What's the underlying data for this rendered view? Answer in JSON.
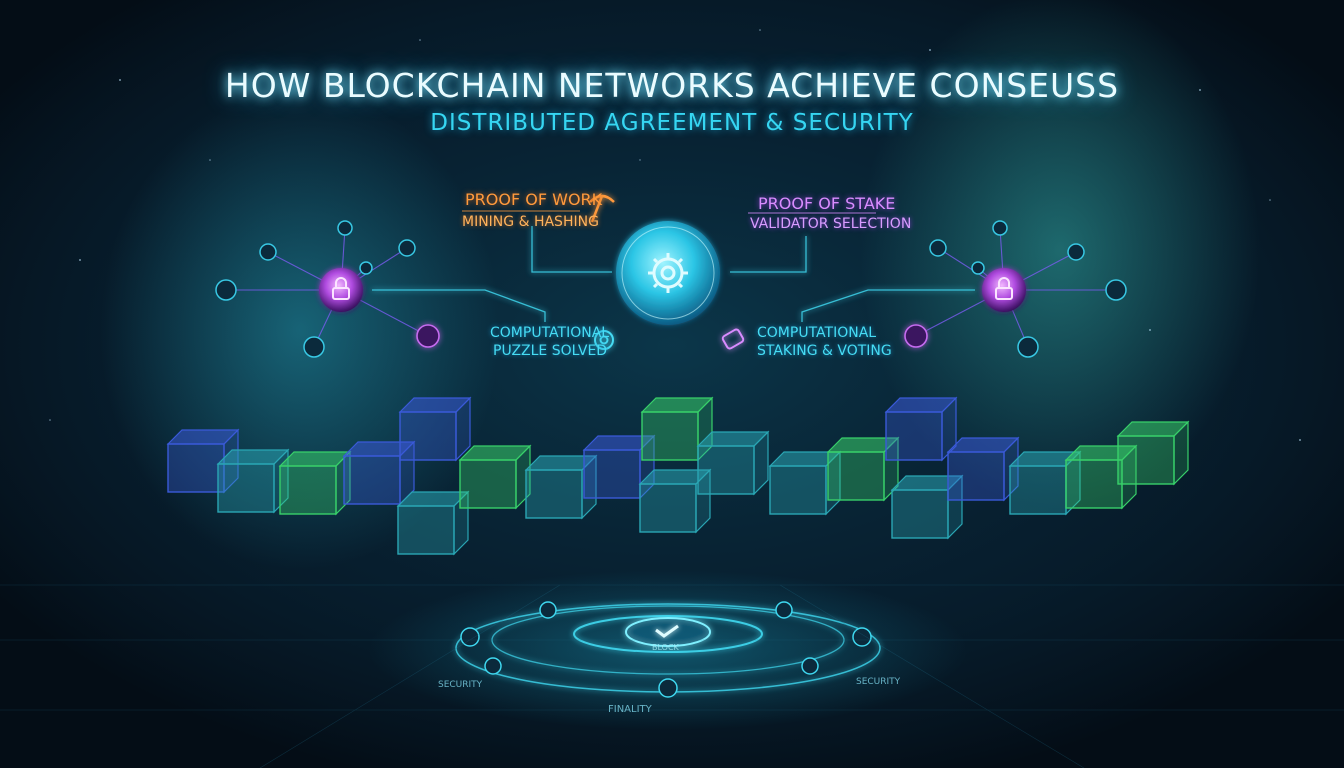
{
  "title": "HOW BLOCKCHAIN NETWORKS ACHIEVE CONSEUSS",
  "subtitle": "DISTRIBUTED AGREEMENT & SECURITY",
  "proof_of_work": {
    "title": "PROOF OF WORK",
    "subtitle": "MINING & HASHING",
    "icon": "pickaxe-icon"
  },
  "proof_of_stake": {
    "title": "PROOF OF STAKE",
    "subtitle": "VALIDATOR SELECTION"
  },
  "pow_result": {
    "line1": "COMPUTATIONAL",
    "line2": "PUZZLE SOLVED",
    "icon": "gear-icon"
  },
  "pos_result": {
    "line1": "COMPUTATIONAL",
    "line2": "STAKING & VOTING",
    "icon": "stake-token-icon"
  },
  "center_hub": {
    "icon": "gear-icon"
  },
  "left_node": {
    "icon": "padlock-icon",
    "color": "#c06cf0"
  },
  "right_node": {
    "icon": "padlock-icon",
    "color": "#d060f0"
  },
  "ring": {
    "center_icon": "checkmark-icon",
    "center_label": "BLOCK",
    "bottom_label": "FINALITY",
    "right_label": "SECURITY",
    "left_label": "SECURITY"
  },
  "colors": {
    "background": "#061522",
    "title": "#eafcff",
    "subtitle": "#36d6f2",
    "pow": "#ff9a3c",
    "pos": "#d98cff",
    "cyan": "#46dcf4",
    "block_blue": "#3a5ad8",
    "block_green": "#38d06a",
    "block_teal": "#2aa6b4"
  }
}
